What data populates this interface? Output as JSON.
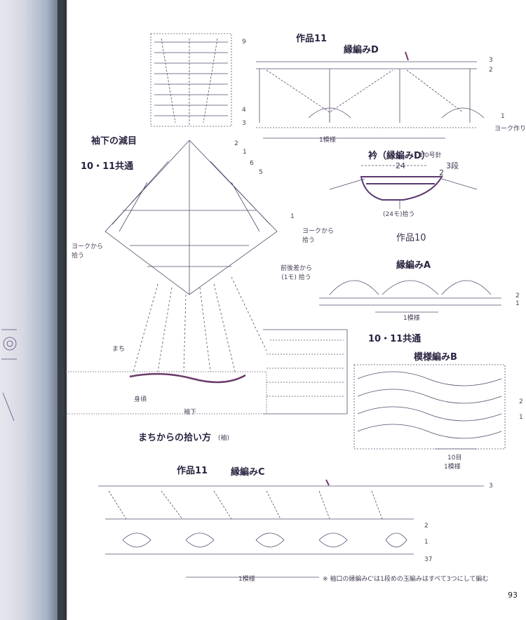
{
  "page": {
    "number": "93"
  },
  "sections": {
    "d": {
      "title1": "作品11",
      "title2": "縁編みD",
      "row3": "3",
      "row2": "2",
      "row1": "1",
      "yoke": "ヨーク作り",
      "repeat": "1模様"
    },
    "collar": {
      "title": "衿（縁編みD）",
      "needle": "3/0号針",
      "width": "24",
      "rows": "2",
      "rows_unit": "3段",
      "pick": "(24モ)拾う"
    },
    "work10": {
      "title": "作品10"
    },
    "a": {
      "title": "縁編みA",
      "row2": "2",
      "row1": "1",
      "repeat": "1模様"
    },
    "common": {
      "title": "10・11共通"
    },
    "b": {
      "title": "模様編みB",
      "row2": "2",
      "row1": "1",
      "ten": "10目",
      "repeat": "1模様"
    },
    "c": {
      "title1": "作品11",
      "title2": "縁編みC",
      "row3": "3",
      "row2": "2",
      "row1": "1",
      "row37": "37",
      "repeat": "1模様",
      "note": "※ 袖口の縁編みC'は1段めの玉編みはすべて3つにして編む"
    },
    "sleeve": {
      "top9": "9",
      "top4": "4",
      "top3": "3",
      "dec_title": "袖下の減目",
      "dec_common": "10・11共通",
      "r2": "2",
      "r1": "1",
      "r6": "6",
      "r5": "5",
      "right1": "1",
      "yoke_left": "ヨークから\n拾う",
      "yoke_right": "ヨークから\n拾う",
      "front_back": "前後差から\n(1モ) 拾う",
      "gusset": "まち",
      "body": "身頃",
      "underarm": "袖下",
      "caption": "まちからの拾い方",
      "caption_sub": "(袖)"
    }
  }
}
